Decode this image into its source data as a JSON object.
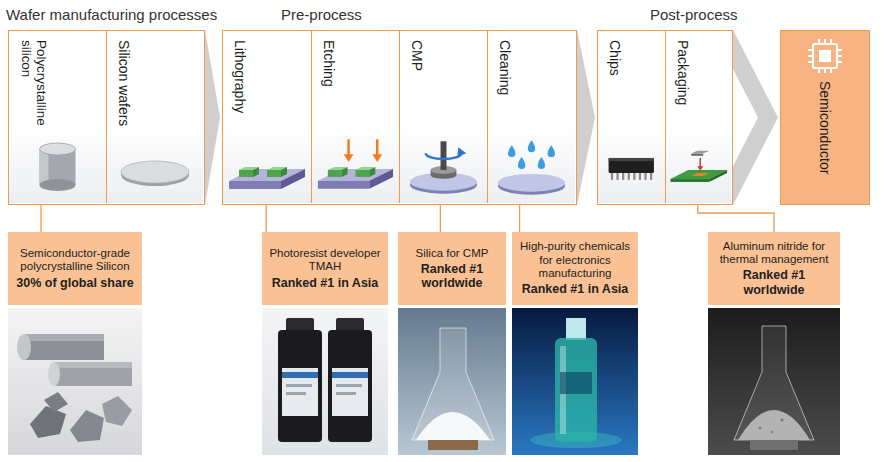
{
  "diagram": {
    "nodes": [
      {
        "text": [
          "Wafer manufacturing processes"
        ]
      },
      {
        "text": [
          "Polycrystalline silicon"
        ],
        "in": 0
      },
      {
        "text": [
          "Silicon wafers"
        ],
        "in": 0
      },
      {
        "text": [
          "Pre-process"
        ]
      },
      {
        "text": [
          "Lithography"
        ],
        "in": 3
      },
      {
        "text": [
          "Etching"
        ],
        "in": 3
      },
      {
        "text": [
          "CMP"
        ],
        "in": 3
      },
      {
        "text": [
          "Cleaning"
        ],
        "in": 3
      },
      {
        "text": [
          "Post-process"
        ]
      },
      {
        "text": [
          "Chips"
        ],
        "in": 8
      },
      {
        "text": [
          "Packaging"
        ],
        "in": 8
      },
      {
        "text": [
          "Semiconductor"
        ]
      },
      {
        "text": [
          "Semiconductor-grade polycrystalline Silicon",
          "30% of global share"
        ]
      },
      {
        "text": [
          "Photoresist developer TMAH",
          "Ranked #1 in Asia"
        ]
      },
      {
        "text": [
          "Silica for CMP",
          "Ranked #1 worldwide"
        ]
      },
      {
        "text": [
          "High-purity chemicals for electronics manufacturing",
          "Ranked #1 in Asia"
        ]
      },
      {
        "text": [
          "Aluminum nitride for thermal management",
          "Ranked #1 worldwide"
        ]
      }
    ],
    "edges": [
      {
        "from": 0,
        "to": 3,
        "arrow": "to"
      },
      {
        "from": 3,
        "to": 8,
        "arrow": "to"
      },
      {
        "from": 8,
        "to": 11,
        "arrow": "to"
      },
      {
        "from": 1,
        "to": 12,
        "arrow": "none"
      },
      {
        "from": 4,
        "to": 13,
        "arrow": "none"
      },
      {
        "from": 6,
        "to": 14,
        "arrow": "none"
      },
      {
        "from": 7,
        "to": 15,
        "arrow": "none"
      },
      {
        "from": 10,
        "to": 16,
        "arrow": "none"
      }
    ]
  }
}
